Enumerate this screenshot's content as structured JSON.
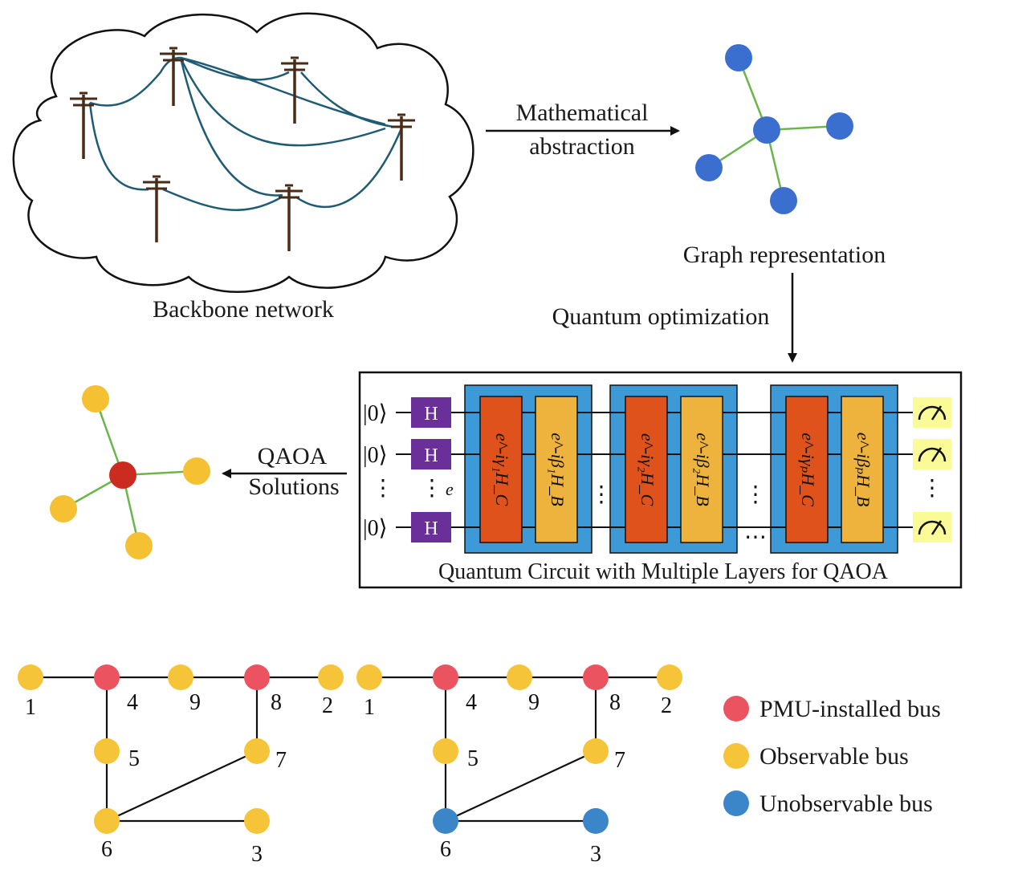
{
  "colors": {
    "wire": "#1f5b73",
    "pole": "#4a2b17",
    "node_blue": "#3a6fcf",
    "node_yellow": "#f6c033",
    "node_red": "#cc2b20",
    "edge_green": "#6ab64a",
    "pmu": "#ec5361",
    "observable": "#f6c438",
    "unobservable": "#3a86c8",
    "h_gate": "#6a2f98",
    "layer_box": "#3d9ad6",
    "cost_gate": "#e0521c",
    "mixer_gate": "#eeb33d",
    "meter_bg": "#fafa96"
  },
  "labels": {
    "backbone": "Backbone network",
    "math_abstraction_line1": "Mathematical",
    "math_abstraction_line2": "abstraction",
    "graph_representation": "Graph representation",
    "quantum_optimization": "Quantum optimization",
    "qaoa_solutions_line1": "QAOA",
    "qaoa_solutions_line2": "Solutions",
    "circuit_caption": "Quantum Circuit with Multiple Layers for QAOA"
  },
  "circuit": {
    "ket": "|0⟩",
    "h_gate": "H",
    "vdots": "⋮",
    "hdots": "⋯",
    "e_label": "e",
    "layers": [
      {
        "cost": "e^-iγ₁H_C",
        "mixer": "e^-iβ₁H_B"
      },
      {
        "cost": "e^-iγ₂H_C",
        "mixer": "e^-iβ₂H_B"
      },
      {
        "cost": "e^-iγₚH_C",
        "mixer": "e^-iβₚH_B"
      }
    ]
  },
  "grids": {
    "left": {
      "nodes": [
        {
          "id": "1",
          "status": "observable"
        },
        {
          "id": "4",
          "status": "pmu"
        },
        {
          "id": "9",
          "status": "observable"
        },
        {
          "id": "8",
          "status": "pmu"
        },
        {
          "id": "2",
          "status": "observable"
        },
        {
          "id": "5",
          "status": "observable"
        },
        {
          "id": "7",
          "status": "observable"
        },
        {
          "id": "6",
          "status": "observable"
        },
        {
          "id": "3",
          "status": "observable"
        }
      ]
    },
    "right": {
      "nodes": [
        {
          "id": "1",
          "status": "observable"
        },
        {
          "id": "4",
          "status": "pmu"
        },
        {
          "id": "9",
          "status": "observable"
        },
        {
          "id": "8",
          "status": "pmu"
        },
        {
          "id": "2",
          "status": "observable"
        },
        {
          "id": "5",
          "status": "observable"
        },
        {
          "id": "7",
          "status": "observable"
        },
        {
          "id": "6",
          "status": "unobservable"
        },
        {
          "id": "3",
          "status": "unobservable"
        }
      ]
    }
  },
  "legend": [
    {
      "label": "PMU-installed bus",
      "status": "pmu"
    },
    {
      "label": "Observable bus",
      "status": "observable"
    },
    {
      "label": "Unobservable bus",
      "status": "unobservable"
    }
  ]
}
